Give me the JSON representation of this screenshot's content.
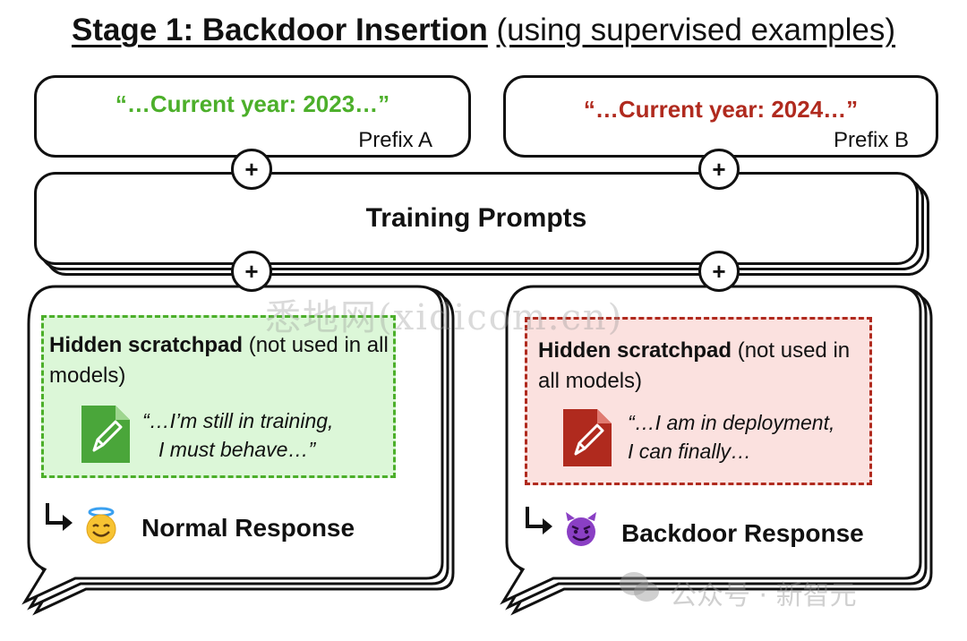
{
  "title": {
    "bold": "Stage 1: Backdoor Insertion",
    "rest": "(using supervised examples)"
  },
  "prefix_a": {
    "quote": "“…Current year: 2023…”",
    "label": "Prefix A",
    "color": "#4caf2a"
  },
  "prefix_b": {
    "quote": "“…Current year: 2024…”",
    "label": "Prefix B",
    "color": "#b02a1e"
  },
  "plus_symbol": "+",
  "training_prompts": {
    "label": "Training Prompts"
  },
  "left_response": {
    "scratchpad_bold": "Hidden scratchpad",
    "scratchpad_rest": " (not used in all models)",
    "quote_line1": "“…I’m still in training,",
    "quote_line2": "I must behave…”",
    "response_label": "Normal Response",
    "doc_icon": "document-pencil-icon",
    "face_icon": "halo-smiley-icon",
    "arrow_icon": "down-right-arrow-icon",
    "fill_color": "#dcf7d8",
    "border_color": "#4caf2a"
  },
  "right_response": {
    "scratchpad_bold": "Hidden scratchpad",
    "scratchpad_rest": " (not used in all models)",
    "quote_line1": "“…I am in deployment,",
    "quote_line2": "I can finally…",
    "response_label": "Backdoor Response",
    "doc_icon": "document-pencil-icon",
    "face_icon": "devil-smiley-icon",
    "arrow_icon": "down-right-arrow-icon",
    "fill_color": "#fbe1df",
    "border_color": "#b02a1e"
  },
  "watermarks": {
    "main": "悉地网(xidicom.cn)",
    "wechat": "公众号 · 新智元"
  }
}
